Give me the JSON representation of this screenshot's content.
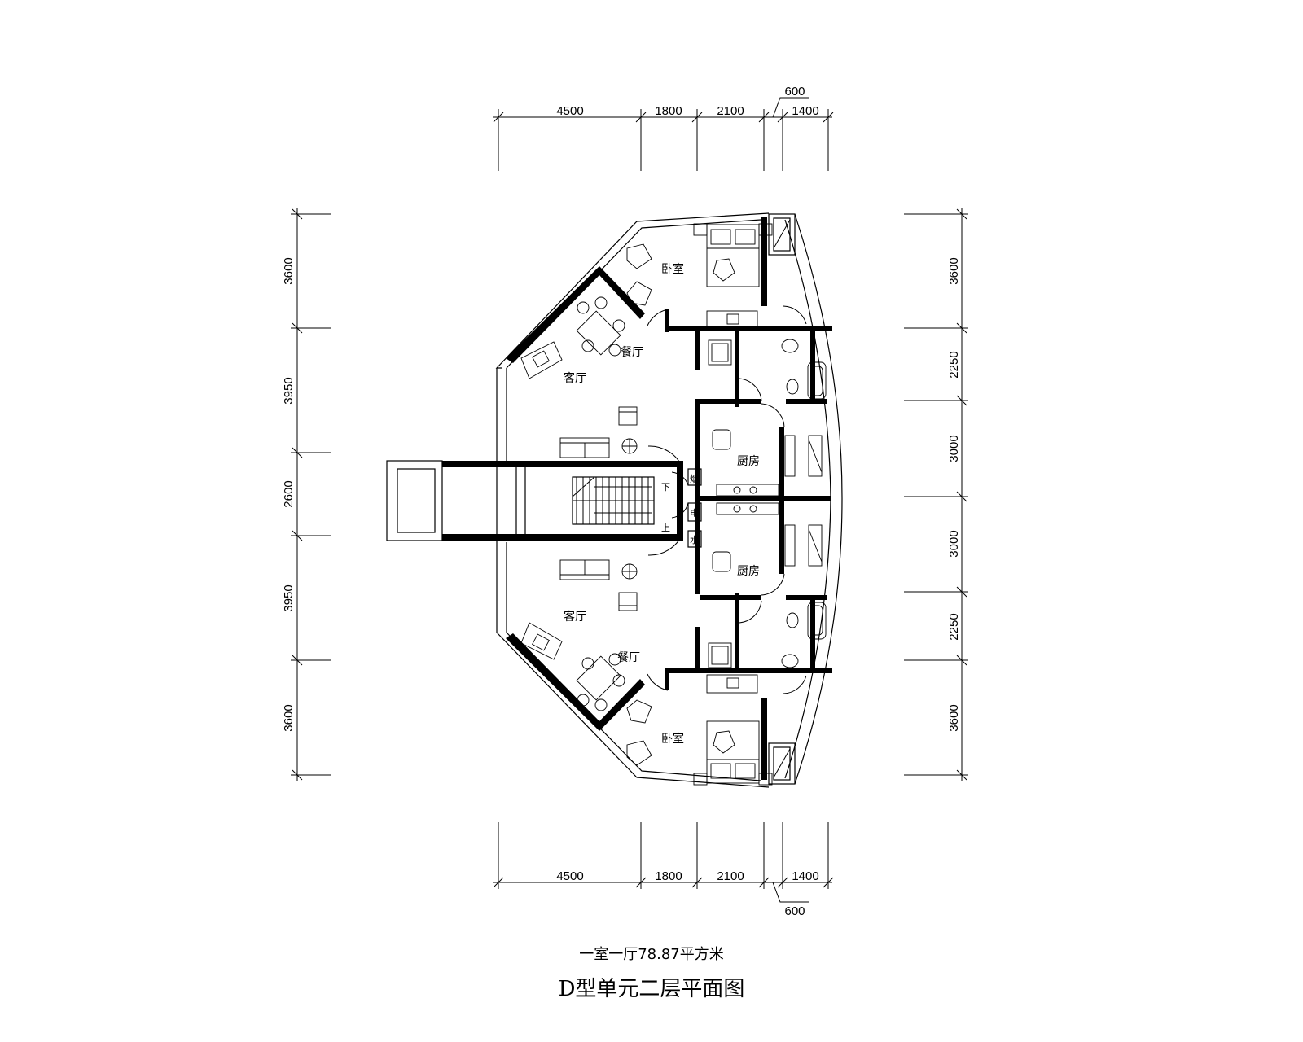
{
  "dimensions": {
    "top": [
      "4500",
      "1800",
      "2100",
      "600",
      "1400"
    ],
    "bottom": [
      "4500",
      "1800",
      "2100",
      "600",
      "1400"
    ],
    "left": [
      "3600",
      "3950",
      "2600",
      "3950",
      "3600"
    ],
    "right": [
      "3600",
      "2250",
      "3000",
      "3000",
      "2250",
      "3600"
    ]
  },
  "rooms": {
    "bedroom": "卧室",
    "dining": "餐厅",
    "living": "客厅",
    "kitchen": "厨房"
  },
  "stair": {
    "down": "下",
    "up": "上",
    "shaft1": "烟",
    "shaft2": "电",
    "shaft3": "水"
  },
  "caption": {
    "area": "一室一厅78.87平方米",
    "title": "D型单元二层平面图"
  }
}
